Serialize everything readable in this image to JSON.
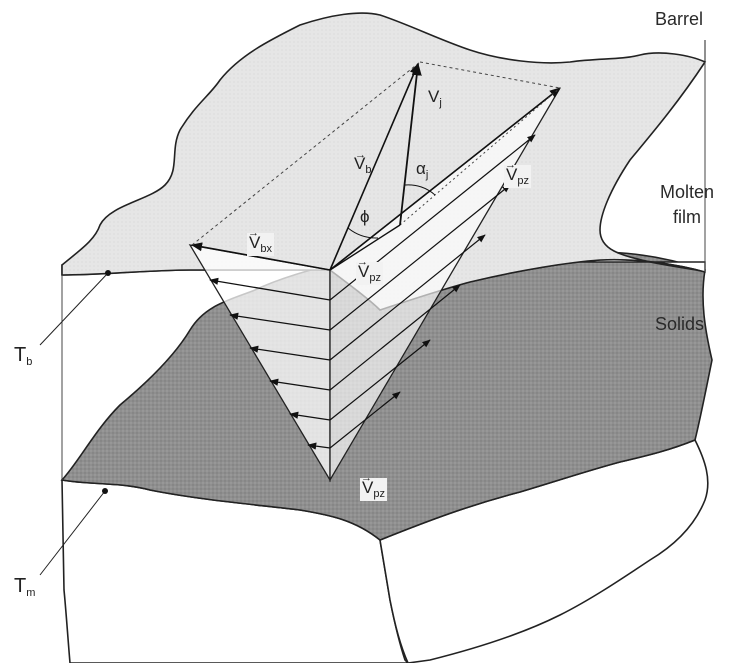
{
  "labels": {
    "barrel": "Barrel",
    "molten_film_line1": "Molten",
    "molten_film_line2": "film",
    "solids": "Solids"
  },
  "variables": {
    "vj": {
      "symbol": "V",
      "sub": "j"
    },
    "vb": {
      "symbol": "V",
      "sub": "b"
    },
    "vbx": {
      "symbol": "V",
      "sub": "bx"
    },
    "vpz_top": {
      "symbol": "V",
      "sub": "pz"
    },
    "vpz_mid": {
      "symbol": "V",
      "sub": "pz"
    },
    "vpz_bottom": {
      "symbol": "V",
      "sub": "pz"
    },
    "alpha": {
      "symbol": "α",
      "sub": "j"
    },
    "phi": {
      "symbol": "ϕ"
    },
    "tb": {
      "symbol": "T",
      "sub": "b"
    },
    "tm": {
      "symbol": "T",
      "sub": "m"
    }
  },
  "colors": {
    "barrel_surface": "#e6e6e6",
    "solids_surface": "#8f8f8f",
    "outline": "#222222"
  }
}
